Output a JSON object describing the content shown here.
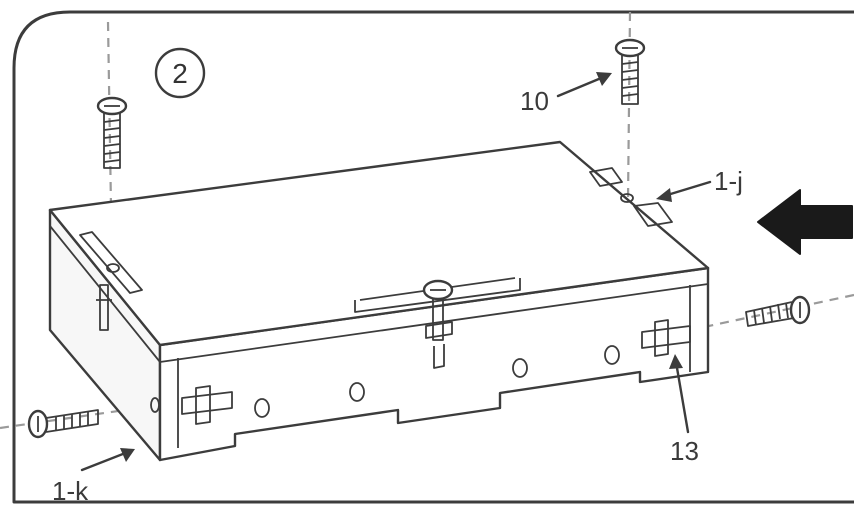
{
  "step": {
    "number": "2"
  },
  "labels": {
    "screw": "10",
    "tab_right": "1-j",
    "tab_left": "1-k",
    "bracket": "13"
  },
  "colors": {
    "line": "#3c3c3c",
    "dash": "#9a9a9a",
    "arrow": "#1a1a1a"
  },
  "icons": {
    "direction_arrow": "arrow-left-icon"
  }
}
